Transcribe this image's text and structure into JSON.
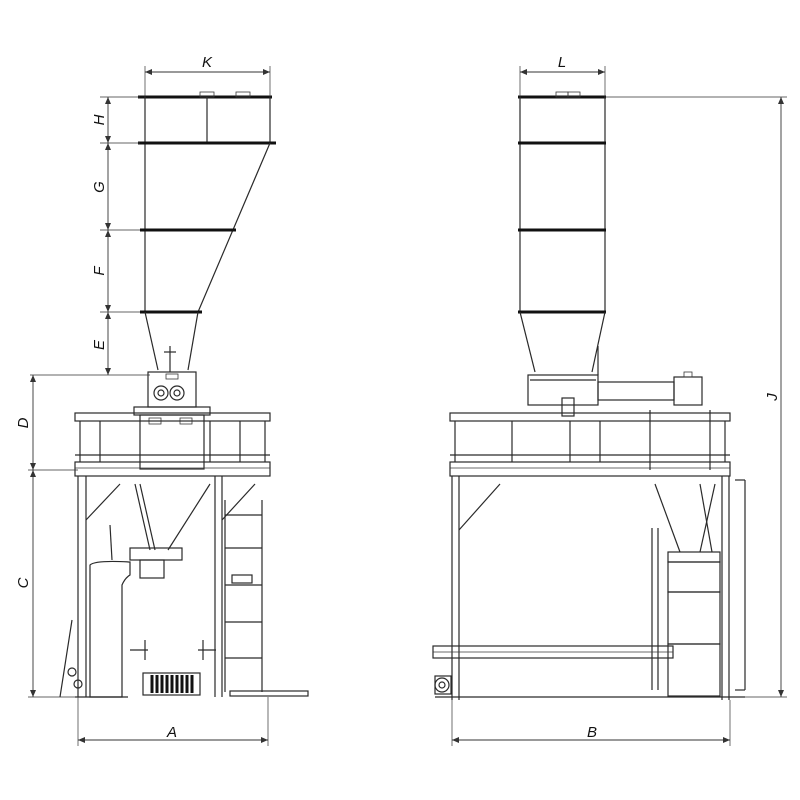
{
  "dimension_labels": {
    "A": "A",
    "B": "B",
    "C": "C",
    "D": "D",
    "E": "E",
    "F": "F",
    "G": "G",
    "H": "H",
    "J": "J",
    "K": "K",
    "L": "L"
  },
  "views": [
    "front-view",
    "side-view"
  ],
  "colors": {
    "line": "#2a2a2a",
    "background": "#ffffff"
  }
}
